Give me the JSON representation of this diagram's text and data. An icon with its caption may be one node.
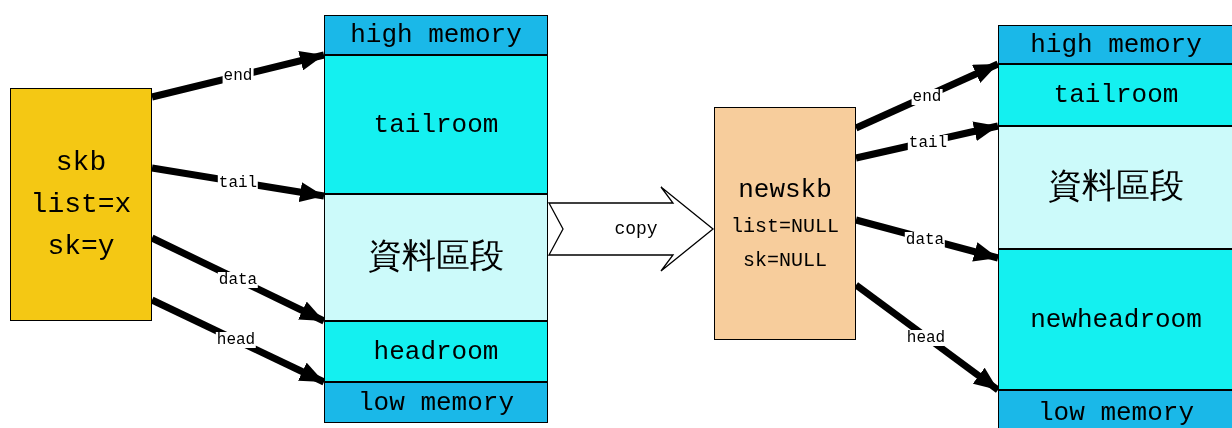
{
  "diagram": {
    "nodes": [
      {
        "text": [
          "skb",
          "list=x",
          "sk=y"
        ]
      },
      {
        "text": [
          "high memory"
        ]
      },
      {
        "text": [
          "tailroom"
        ]
      },
      {
        "text": [
          "資料區段"
        ]
      },
      {
        "text": [
          "headroom"
        ]
      },
      {
        "text": [
          "low memory"
        ]
      },
      {
        "text": [
          "newskb",
          "list=NULL",
          "sk=NULL"
        ]
      },
      {
        "text": [
          "high memory"
        ]
      },
      {
        "text": [
          "tailroom"
        ]
      },
      {
        "text": [
          "資料區段"
        ]
      },
      {
        "text": [
          "newheadroom"
        ]
      },
      {
        "text": [
          "low memory"
        ]
      }
    ],
    "edges": [
      {
        "from": 0,
        "to": 2,
        "arrow": "to",
        "label": "end"
      },
      {
        "from": 0,
        "to": 3,
        "arrow": "to",
        "label": "tail"
      },
      {
        "from": 0,
        "to": 4,
        "arrow": "to",
        "label": "data"
      },
      {
        "from": 0,
        "to": 5,
        "arrow": "to",
        "label": "head"
      },
      {
        "from": 3,
        "to": 6,
        "arrow": "to",
        "label": "copy"
      },
      {
        "from": 6,
        "to": 8,
        "arrow": "to",
        "label": "end"
      },
      {
        "from": 6,
        "to": 9,
        "arrow": "to",
        "label": "tail"
      },
      {
        "from": 6,
        "to": 10,
        "arrow": "to",
        "label": "data"
      },
      {
        "from": 6,
        "to": 11,
        "arrow": "to",
        "label": "head"
      }
    ]
  }
}
